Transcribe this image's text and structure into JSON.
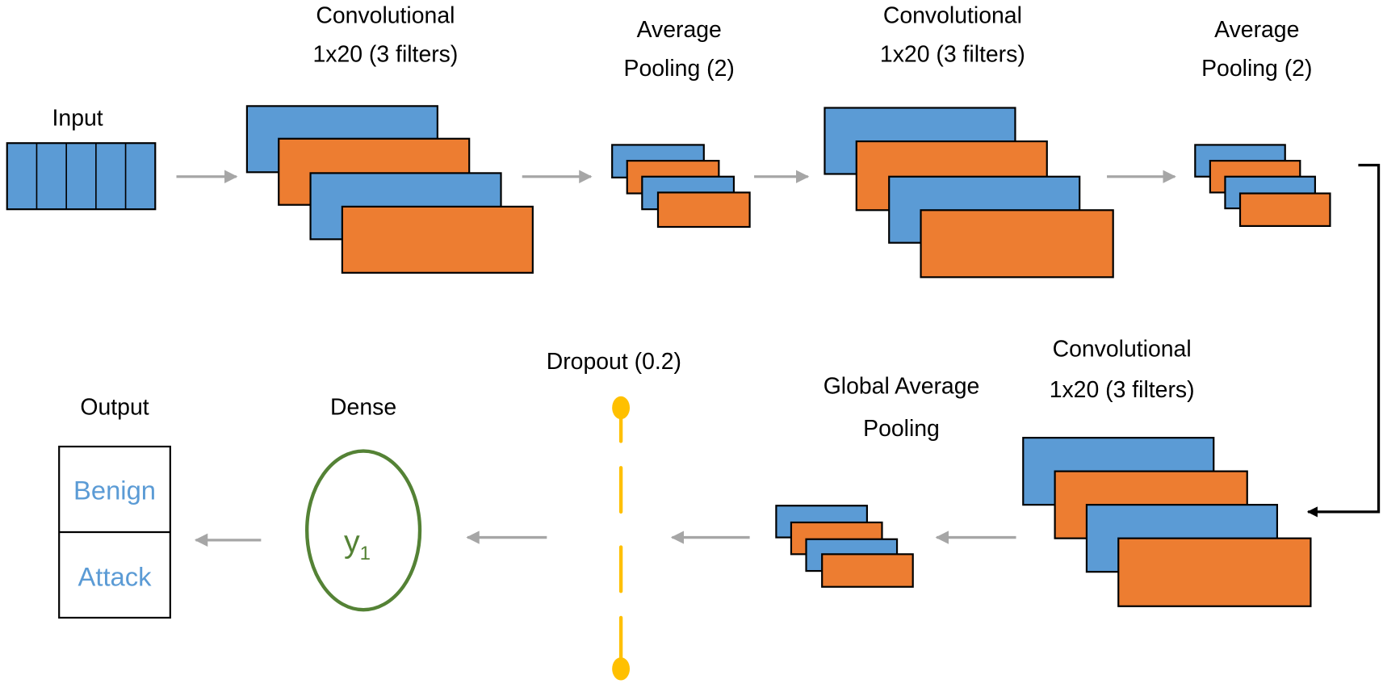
{
  "colors": {
    "blue": "#5b9bd5",
    "orange": "#ed7d31",
    "arrow": "#a6a6a6",
    "dense": "#548235",
    "dropout": "#ffc000",
    "connector": "#000000"
  },
  "layers": {
    "input": {
      "label": "Input",
      "cells": 5
    },
    "conv1": {
      "line1": "Convolutional",
      "line2": "1x20 (3 filters)"
    },
    "pool1": {
      "line1": "Average",
      "line2": "Pooling (2)"
    },
    "conv2": {
      "line1": "Convolutional",
      "line2": "1x20 (3 filters)"
    },
    "pool2": {
      "line1": "Average",
      "line2": "Pooling (2)"
    },
    "conv3": {
      "line1": "Convolutional",
      "line2": "1x20 (3 filters)"
    },
    "gap": {
      "line1": "Global Average",
      "line2": "Pooling"
    },
    "dropout": {
      "label": "Dropout (0.2)"
    },
    "dense": {
      "label": "Dense",
      "node": "y",
      "node_sub": "1"
    },
    "output": {
      "label": "Output",
      "classes": [
        "Benign",
        "Attack"
      ]
    }
  }
}
